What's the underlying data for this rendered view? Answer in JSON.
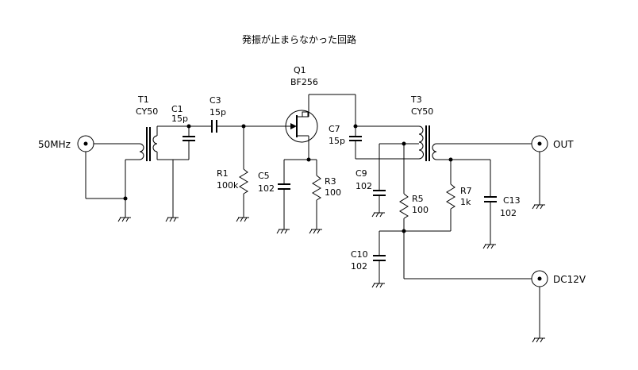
{
  "title": "発振が止まらなかった回路",
  "ports": {
    "input": "50MHz",
    "output": "OUT",
    "power": "DC12V"
  },
  "components": {
    "T1": {
      "ref": "T1",
      "value": "CY50"
    },
    "C1": {
      "ref": "C1",
      "value": "15p"
    },
    "C3": {
      "ref": "C3",
      "value": "15p"
    },
    "R1": {
      "ref": "R1",
      "value": "100k"
    },
    "Q1": {
      "ref": "Q1",
      "value": "BF256"
    },
    "C5": {
      "ref": "C5",
      "value": "102"
    },
    "R3": {
      "ref": "R3",
      "value": "100"
    },
    "C7": {
      "ref": "C7",
      "value": "15p"
    },
    "T3": {
      "ref": "T3",
      "value": "CY50"
    },
    "C9": {
      "ref": "C9",
      "value": "102"
    },
    "R5": {
      "ref": "R5",
      "value": "100"
    },
    "R7": {
      "ref": "R7",
      "value": "1k"
    },
    "C13": {
      "ref": "C13",
      "value": "102"
    },
    "C10": {
      "ref": "C10",
      "value": "102"
    }
  }
}
